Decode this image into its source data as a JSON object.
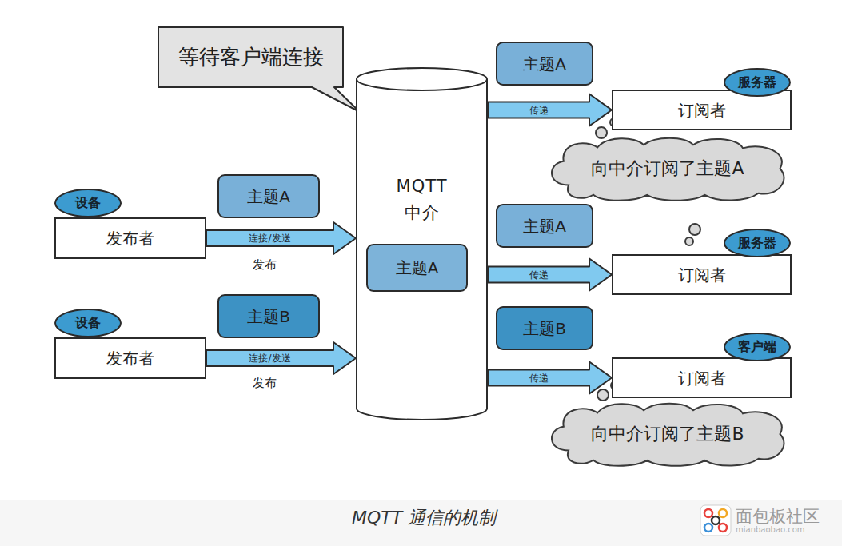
{
  "diagram": {
    "caption": "MQTT 通信的机制",
    "nodes": [
      {
        "text": [
          "等待客户端连接"
        ]
      },
      {
        "text": [
          "MQTT 中介"
        ]
      },
      {
        "text": [
          "主题A"
        ],
        "in": 1
      },
      {
        "text": [
          "主题A"
        ]
      },
      {
        "text": [
          "服务器"
        ]
      },
      {
        "text": [
          "订阅者"
        ]
      },
      {
        "text": [
          "设备"
        ]
      },
      {
        "text": [
          "主题A"
        ]
      },
      {
        "text": [
          "发布者"
        ]
      },
      {
        "text": [
          "向中介订阅了主题A"
        ]
      },
      {
        "text": [
          "主题A"
        ]
      },
      {
        "text": [
          "服务器"
        ]
      },
      {
        "text": [
          "订阅者"
        ]
      },
      {
        "text": [
          "设备"
        ]
      },
      {
        "text": [
          "主题B"
        ]
      },
      {
        "text": [
          "发布者"
        ]
      },
      {
        "text": [
          "主题B"
        ]
      },
      {
        "text": [
          "客户端"
        ]
      },
      {
        "text": [
          "订阅者"
        ]
      },
      {
        "text": [
          "向中介订阅了主题B"
        ]
      }
    ],
    "edges": [
      {
        "from": 8,
        "to": 1,
        "arrow": "to",
        "label": "连接/发送"
      },
      {
        "from": 15,
        "to": 1,
        "arrow": "to",
        "label": "连接/发送"
      },
      {
        "from": 1,
        "to": 5,
        "arrow": "to",
        "label": "传递"
      },
      {
        "from": 1,
        "to": 12,
        "arrow": "to",
        "label": "传递"
      },
      {
        "from": 1,
        "to": 18,
        "arrow": "to",
        "label": "传递"
      }
    ],
    "labels": [
      "发布",
      "发布",
      "面包板社区",
      "mianbaobao.com"
    ]
  }
}
